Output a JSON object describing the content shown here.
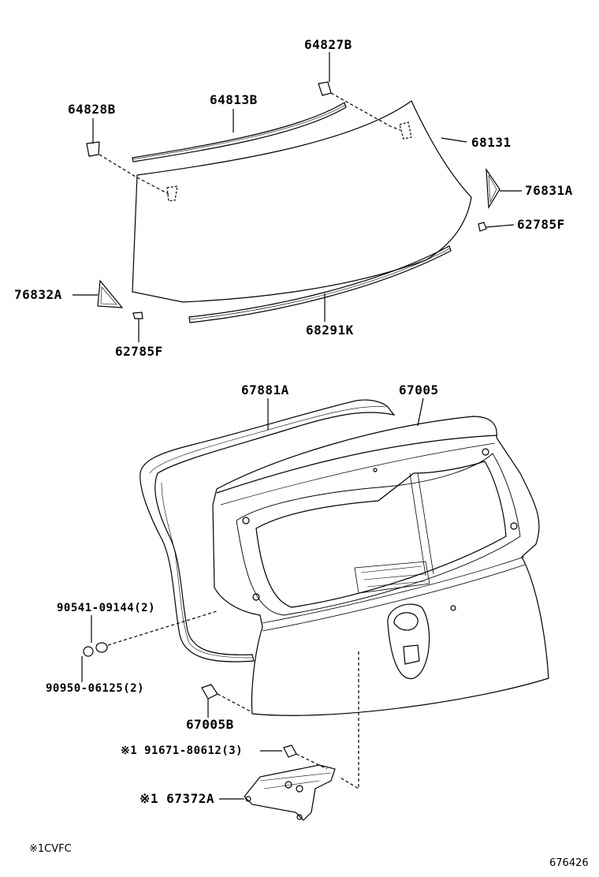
{
  "diagram": {
    "labels": {
      "p64827B": "64827B",
      "p64813B": "64813B",
      "p64828B": "64828B",
      "p68131": "68131",
      "p76831A": "76831A",
      "p62785F_r": "62785F",
      "p76832A": "76832A",
      "p68291K": "68291K",
      "p62785F_l": "62785F",
      "p67881A": "67881A",
      "p67005": "67005",
      "p90541": "90541-09144(2)",
      "p90950": "90950-06125(2)",
      "p67005B": "67005B",
      "p91671": "※1 91671-80612(3)",
      "p67372A": "※1 67372A"
    },
    "footnote": "※1CVFC",
    "figure_number": "676426"
  }
}
